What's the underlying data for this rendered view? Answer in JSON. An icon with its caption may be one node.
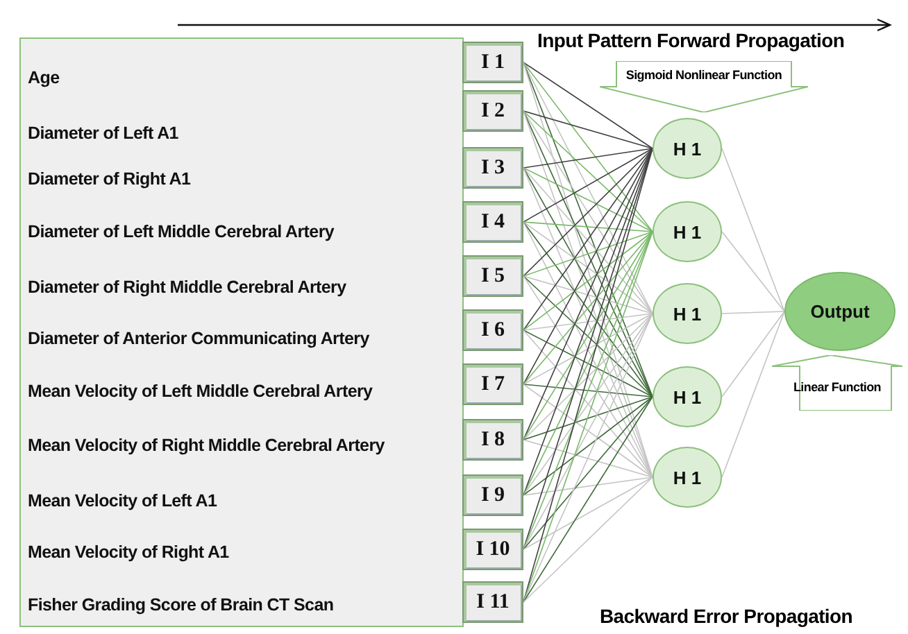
{
  "diagram": {
    "nodes": [
      {
        "text": [
          "Age",
          "Diameter of Left A1",
          "Diameter of Right A1",
          "Diameter of Left Middle Cerebral Artery",
          "Diameter of Right Middle Cerebral Artery",
          "Diameter of Anterior Communicating Artery",
          "Mean Velocity of Left Middle Cerebral Artery",
          "Mean Velocity of Right Middle Cerebral Artery",
          "Mean Velocity of Left A1",
          "Mean Velocity of Right A1",
          "Fisher Grading Score of Brain CT Scan"
        ]
      },
      {
        "text": [
          "I 1"
        ]
      },
      {
        "text": [
          "I 2"
        ]
      },
      {
        "text": [
          "I 3"
        ]
      },
      {
        "text": [
          "I 4"
        ]
      },
      {
        "text": [
          "I 5"
        ]
      },
      {
        "text": [
          "I 6"
        ]
      },
      {
        "text": [
          "I 7"
        ]
      },
      {
        "text": [
          "I 8"
        ]
      },
      {
        "text": [
          "I 9"
        ]
      },
      {
        "text": [
          "I 10"
        ]
      },
      {
        "text": [
          "I 11"
        ]
      },
      {
        "text": [
          "H 1"
        ]
      },
      {
        "text": [
          "H 1"
        ]
      },
      {
        "text": [
          "H 1"
        ]
      },
      {
        "text": [
          "H 1"
        ]
      },
      {
        "text": [
          "H 1"
        ]
      },
      {
        "text": [
          "Output"
        ]
      },
      {
        "text": [
          "Sigmoid Nonlinear Function"
        ]
      },
      {
        "text": [
          "Linear Function"
        ]
      }
    ],
    "edges": [
      {
        "from": 1,
        "to": 12,
        "arrow": "none",
        "color": "#404040"
      },
      {
        "from": 1,
        "to": 13,
        "arrow": "none",
        "color": "#78b868"
      },
      {
        "from": 1,
        "to": 14,
        "arrow": "none"
      },
      {
        "from": 1,
        "to": 15,
        "arrow": "none",
        "color": "#3f6a3a"
      },
      {
        "from": 1,
        "to": 16,
        "arrow": "none"
      },
      {
        "from": 2,
        "to": 12,
        "arrow": "none",
        "color": "#404040"
      },
      {
        "from": 2,
        "to": 13,
        "arrow": "none",
        "color": "#78b868"
      },
      {
        "from": 2,
        "to": 14,
        "arrow": "none"
      },
      {
        "from": 2,
        "to": 15,
        "arrow": "none",
        "color": "#3f6a3a"
      },
      {
        "from": 2,
        "to": 16,
        "arrow": "none"
      },
      {
        "from": 3,
        "to": 12,
        "arrow": "none",
        "color": "#404040"
      },
      {
        "from": 3,
        "to": 13,
        "arrow": "none",
        "color": "#78b868"
      },
      {
        "from": 3,
        "to": 14,
        "arrow": "none"
      },
      {
        "from": 3,
        "to": 15,
        "arrow": "none",
        "color": "#3f6a3a"
      },
      {
        "from": 3,
        "to": 16,
        "arrow": "none"
      },
      {
        "from": 4,
        "to": 12,
        "arrow": "none",
        "color": "#404040"
      },
      {
        "from": 4,
        "to": 13,
        "arrow": "none",
        "color": "#78b868"
      },
      {
        "from": 4,
        "to": 14,
        "arrow": "none"
      },
      {
        "from": 4,
        "to": 15,
        "arrow": "none",
        "color": "#3f6a3a"
      },
      {
        "from": 4,
        "to": 16,
        "arrow": "none"
      },
      {
        "from": 5,
        "to": 12,
        "arrow": "none",
        "color": "#404040"
      },
      {
        "from": 5,
        "to": 13,
        "arrow": "none",
        "color": "#78b868"
      },
      {
        "from": 5,
        "to": 14,
        "arrow": "none"
      },
      {
        "from": 5,
        "to": 15,
        "arrow": "none",
        "color": "#3f6a3a"
      },
      {
        "from": 5,
        "to": 16,
        "arrow": "none"
      },
      {
        "from": 6,
        "to": 12,
        "arrow": "none",
        "color": "#404040"
      },
      {
        "from": 6,
        "to": 13,
        "arrow": "none",
        "color": "#78b868"
      },
      {
        "from": 6,
        "to": 14,
        "arrow": "none"
      },
      {
        "from": 6,
        "to": 15,
        "arrow": "none",
        "color": "#3f6a3a"
      },
      {
        "from": 6,
        "to": 16,
        "arrow": "none"
      },
      {
        "from": 7,
        "to": 12,
        "arrow": "none",
        "color": "#404040"
      },
      {
        "from": 7,
        "to": 13,
        "arrow": "none",
        "color": "#78b868"
      },
      {
        "from": 7,
        "to": 14,
        "arrow": "none"
      },
      {
        "from": 7,
        "to": 15,
        "arrow": "none",
        "color": "#3f6a3a"
      },
      {
        "from": 7,
        "to": 16,
        "arrow": "none"
      },
      {
        "from": 8,
        "to": 12,
        "arrow": "none",
        "color": "#404040"
      },
      {
        "from": 8,
        "to": 13,
        "arrow": "none",
        "color": "#78b868"
      },
      {
        "from": 8,
        "to": 14,
        "arrow": "none"
      },
      {
        "from": 8,
        "to": 15,
        "arrow": "none",
        "color": "#3f6a3a"
      },
      {
        "from": 8,
        "to": 16,
        "arrow": "none"
      },
      {
        "from": 9,
        "to": 12,
        "arrow": "none",
        "color": "#404040"
      },
      {
        "from": 9,
        "to": 13,
        "arrow": "none",
        "color": "#78b868"
      },
      {
        "from": 9,
        "to": 14,
        "arrow": "none"
      },
      {
        "from": 9,
        "to": 15,
        "arrow": "none",
        "color": "#3f6a3a"
      },
      {
        "from": 9,
        "to": 16,
        "arrow": "none"
      },
      {
        "from": 10,
        "to": 12,
        "arrow": "none",
        "color": "#404040"
      },
      {
        "from": 10,
        "to": 13,
        "arrow": "none",
        "color": "#78b868"
      },
      {
        "from": 10,
        "to": 14,
        "arrow": "none"
      },
      {
        "from": 10,
        "to": 15,
        "arrow": "none",
        "color": "#3f6a3a"
      },
      {
        "from": 10,
        "to": 16,
        "arrow": "none"
      },
      {
        "from": 11,
        "to": 12,
        "arrow": "none",
        "color": "#404040"
      },
      {
        "from": 11,
        "to": 13,
        "arrow": "none",
        "color": "#78b868"
      },
      {
        "from": 11,
        "to": 14,
        "arrow": "none"
      },
      {
        "from": 11,
        "to": 15,
        "arrow": "none",
        "color": "#3f6a3a"
      },
      {
        "from": 11,
        "to": 16,
        "arrow": "none"
      },
      {
        "from": 12,
        "to": 17,
        "arrow": "none"
      },
      {
        "from": 13,
        "to": 17,
        "arrow": "none"
      },
      {
        "from": 14,
        "to": 17,
        "arrow": "none"
      },
      {
        "from": 15,
        "to": 17,
        "arrow": "none"
      },
      {
        "from": 16,
        "to": 17,
        "arrow": "none"
      }
    ],
    "labels": [
      "Input Pattern Forward Propagation",
      "Backward Error Propagation"
    ]
  }
}
